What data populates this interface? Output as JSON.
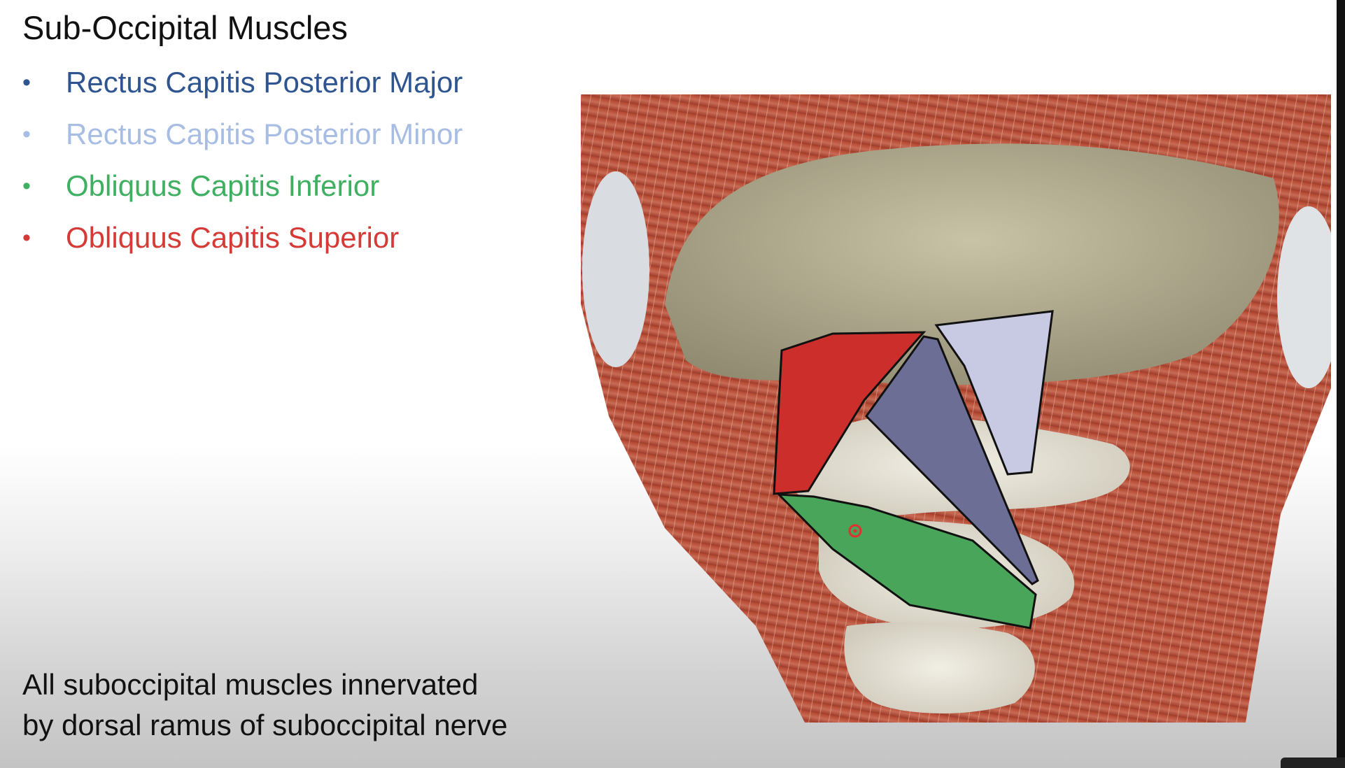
{
  "slide": {
    "title": "Sub-Occipital Muscles",
    "bullets": [
      {
        "label": "Rectus Capitis Posterior Major",
        "color": "#2f5590",
        "marker": "•"
      },
      {
        "label": "Rectus Capitis Posterior Minor",
        "color": "#a7bde3",
        "marker": "•"
      },
      {
        "label": "Obliquus Capitis Inferior",
        "color": "#3fb061",
        "marker": "•"
      },
      {
        "label": "Obliquus Capitis Superior",
        "color": "#d63a36",
        "marker": "•"
      }
    ],
    "footer_line1": "All suboccipital muscles innervated",
    "footer_line2": "by dorsal ramus of suboccipital nerve"
  },
  "figure": {
    "icon": "anatomy-illustration",
    "highlight_colors": {
      "obliquus_superior": "#cc2f2b",
      "rectus_major": "#6c6e96",
      "rectus_minor": "#c8c9e2",
      "obliquus_inferior": "#49a55a"
    },
    "cursor_icon": "cursor-ring-icon"
  }
}
